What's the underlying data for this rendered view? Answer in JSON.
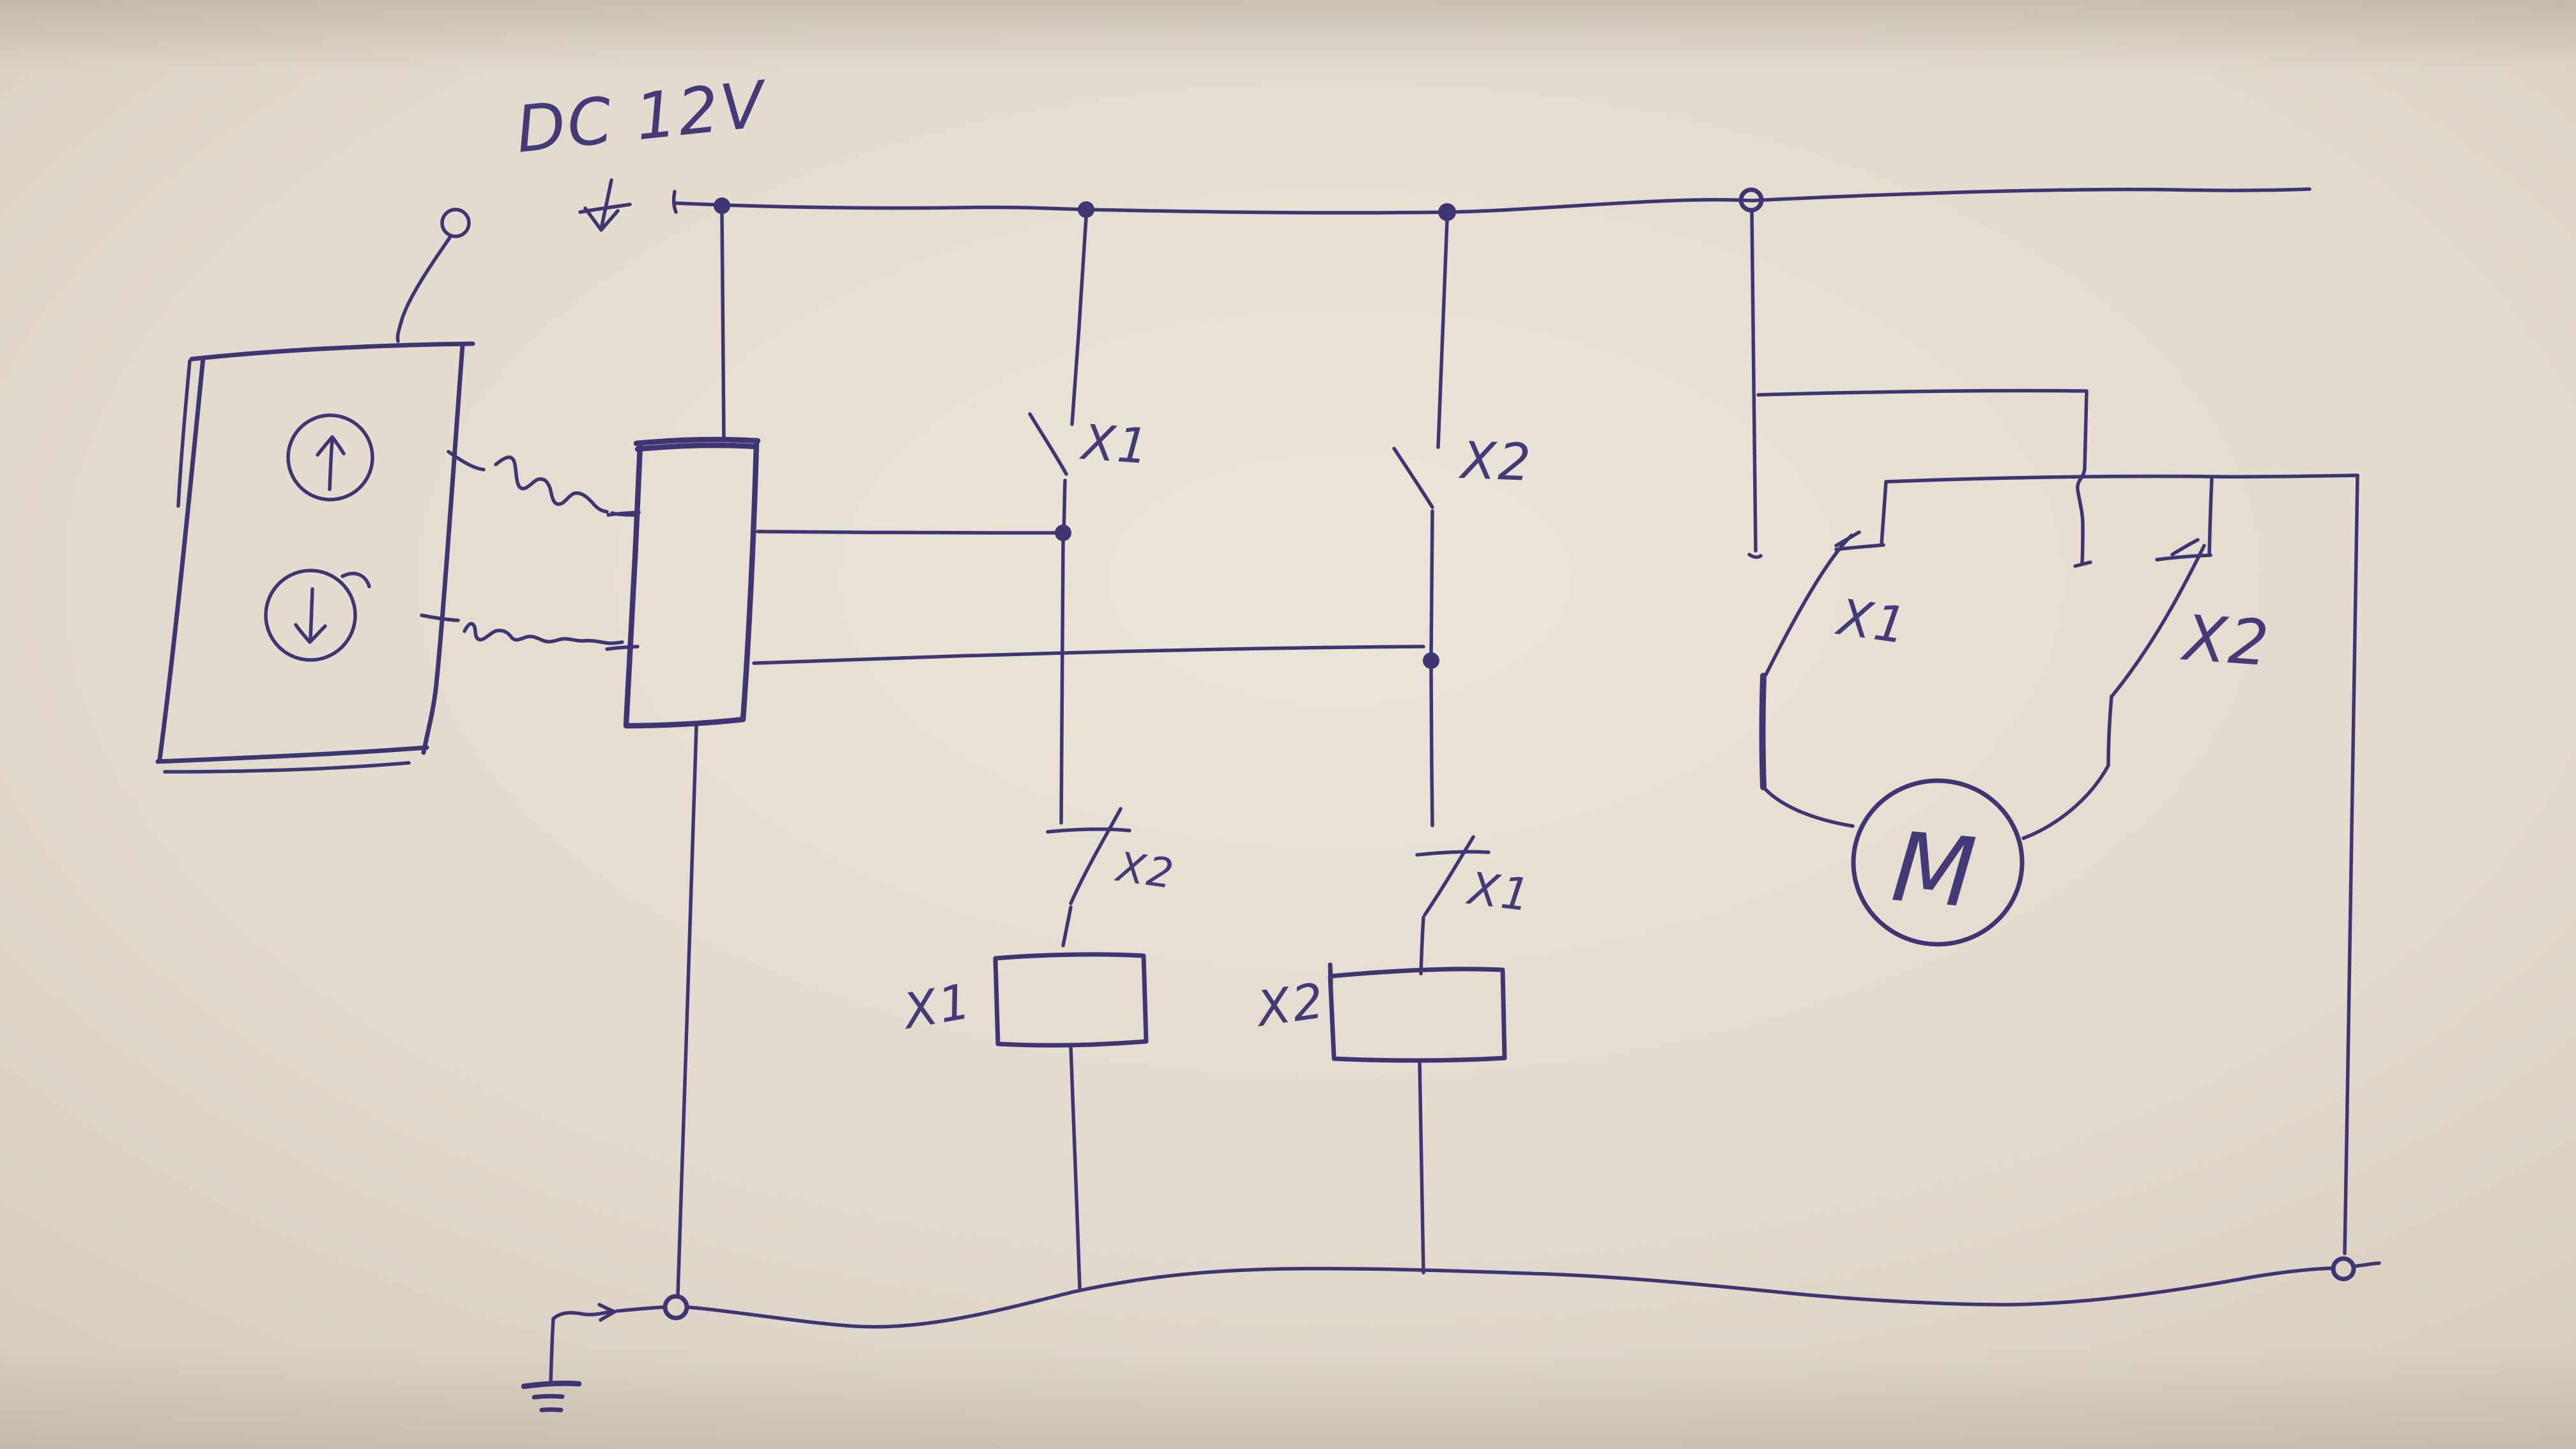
{
  "meta": {
    "kind": "hand-drawn relay circuit sketch on paper",
    "ink_color": "#3e3572",
    "paper_color": "#e2dacc"
  },
  "power": {
    "label": "DC 12V",
    "supply_icon": "dc-supply-arrow",
    "terminal_icon": "open-terminal-circle"
  },
  "remote": {
    "up_button_icon": "up-arrow",
    "down_button_icon": "down-arrow",
    "wireless_icon": "wireless-squiggle"
  },
  "relay_branch_1": {
    "switch_label": "X1",
    "nc_contact_label": "X2",
    "coil_label": "X1"
  },
  "relay_branch_2": {
    "switch_label": "X2",
    "nc_contact_label": "X1",
    "coil_label": "X2"
  },
  "motor_circuit": {
    "contact_left_label": "X1",
    "contact_right_label": "X2",
    "motor_label": "M"
  },
  "ground": {
    "icon": "earth-ground"
  }
}
